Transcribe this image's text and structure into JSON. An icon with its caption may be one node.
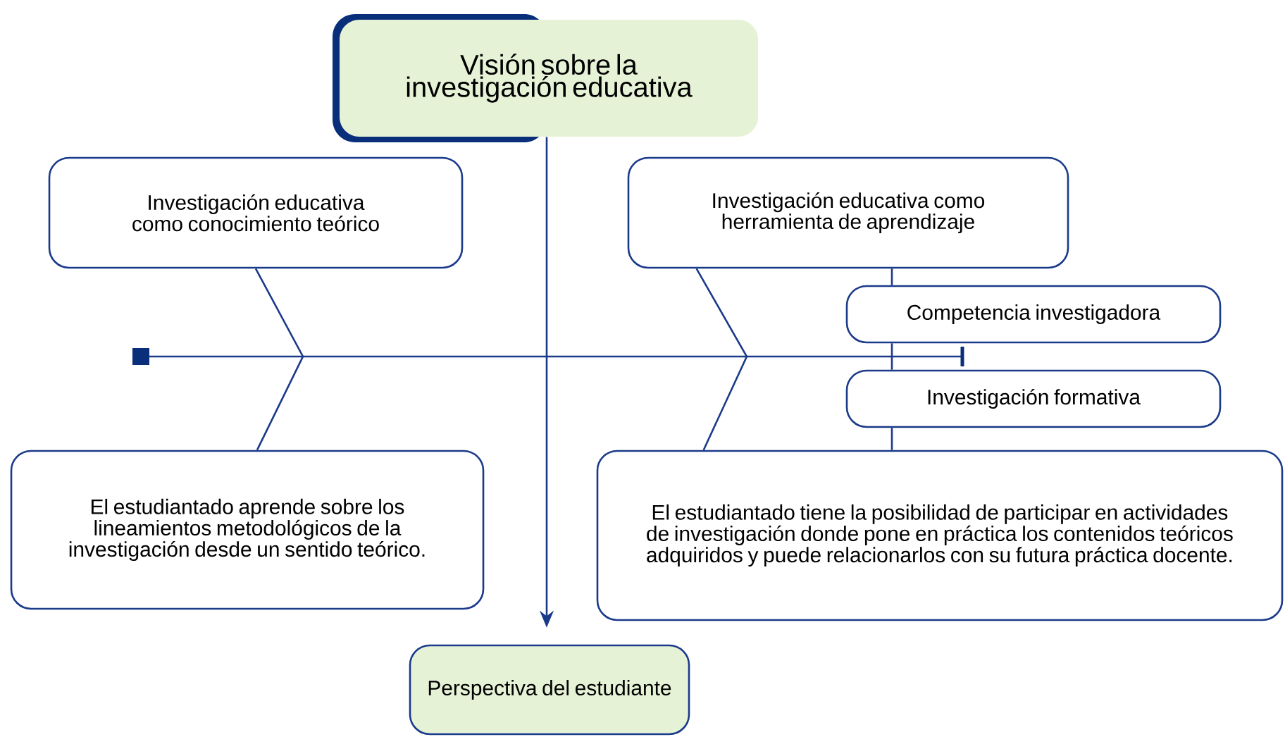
{
  "diagram": {
    "nodes": [
      {
        "text": [
          "Visión sobre la investigación educativa"
        ]
      },
      {
        "text": [
          "Investigación educativa como conocimiento teórico"
        ]
      },
      {
        "text": [
          "El estudiantado aprende sobre los lineamientos metodológicos de la investigación desde un sentido teórico."
        ]
      },
      {
        "text": [
          "Investigación educativa como herramienta de aprendizaje"
        ]
      },
      {
        "text": [
          "Competencia investigadora"
        ]
      },
      {
        "text": [
          "Investigación formativa"
        ]
      },
      {
        "text": [
          "El estudiantado tiene la posibilidad de participar en actividades de investigación donde pone en práctica los contenidos teóricos adquiridos y puede relacionarlos con su futura práctica docente."
        ]
      },
      {
        "text": [
          "Perspectiva del estudiante"
        ]
      }
    ],
    "edges": [
      {
        "from": 0,
        "to": 7,
        "arrow": "to"
      },
      {
        "from": 1,
        "to": 2,
        "arrow": "none"
      },
      {
        "from": 3,
        "to": 6,
        "arrow": "none"
      },
      {
        "from": 3,
        "to": 4,
        "arrow": "none"
      },
      {
        "from": 4,
        "to": 5,
        "arrow": "none"
      },
      {
        "from": 5,
        "to": 6,
        "arrow": "none"
      }
    ]
  }
}
